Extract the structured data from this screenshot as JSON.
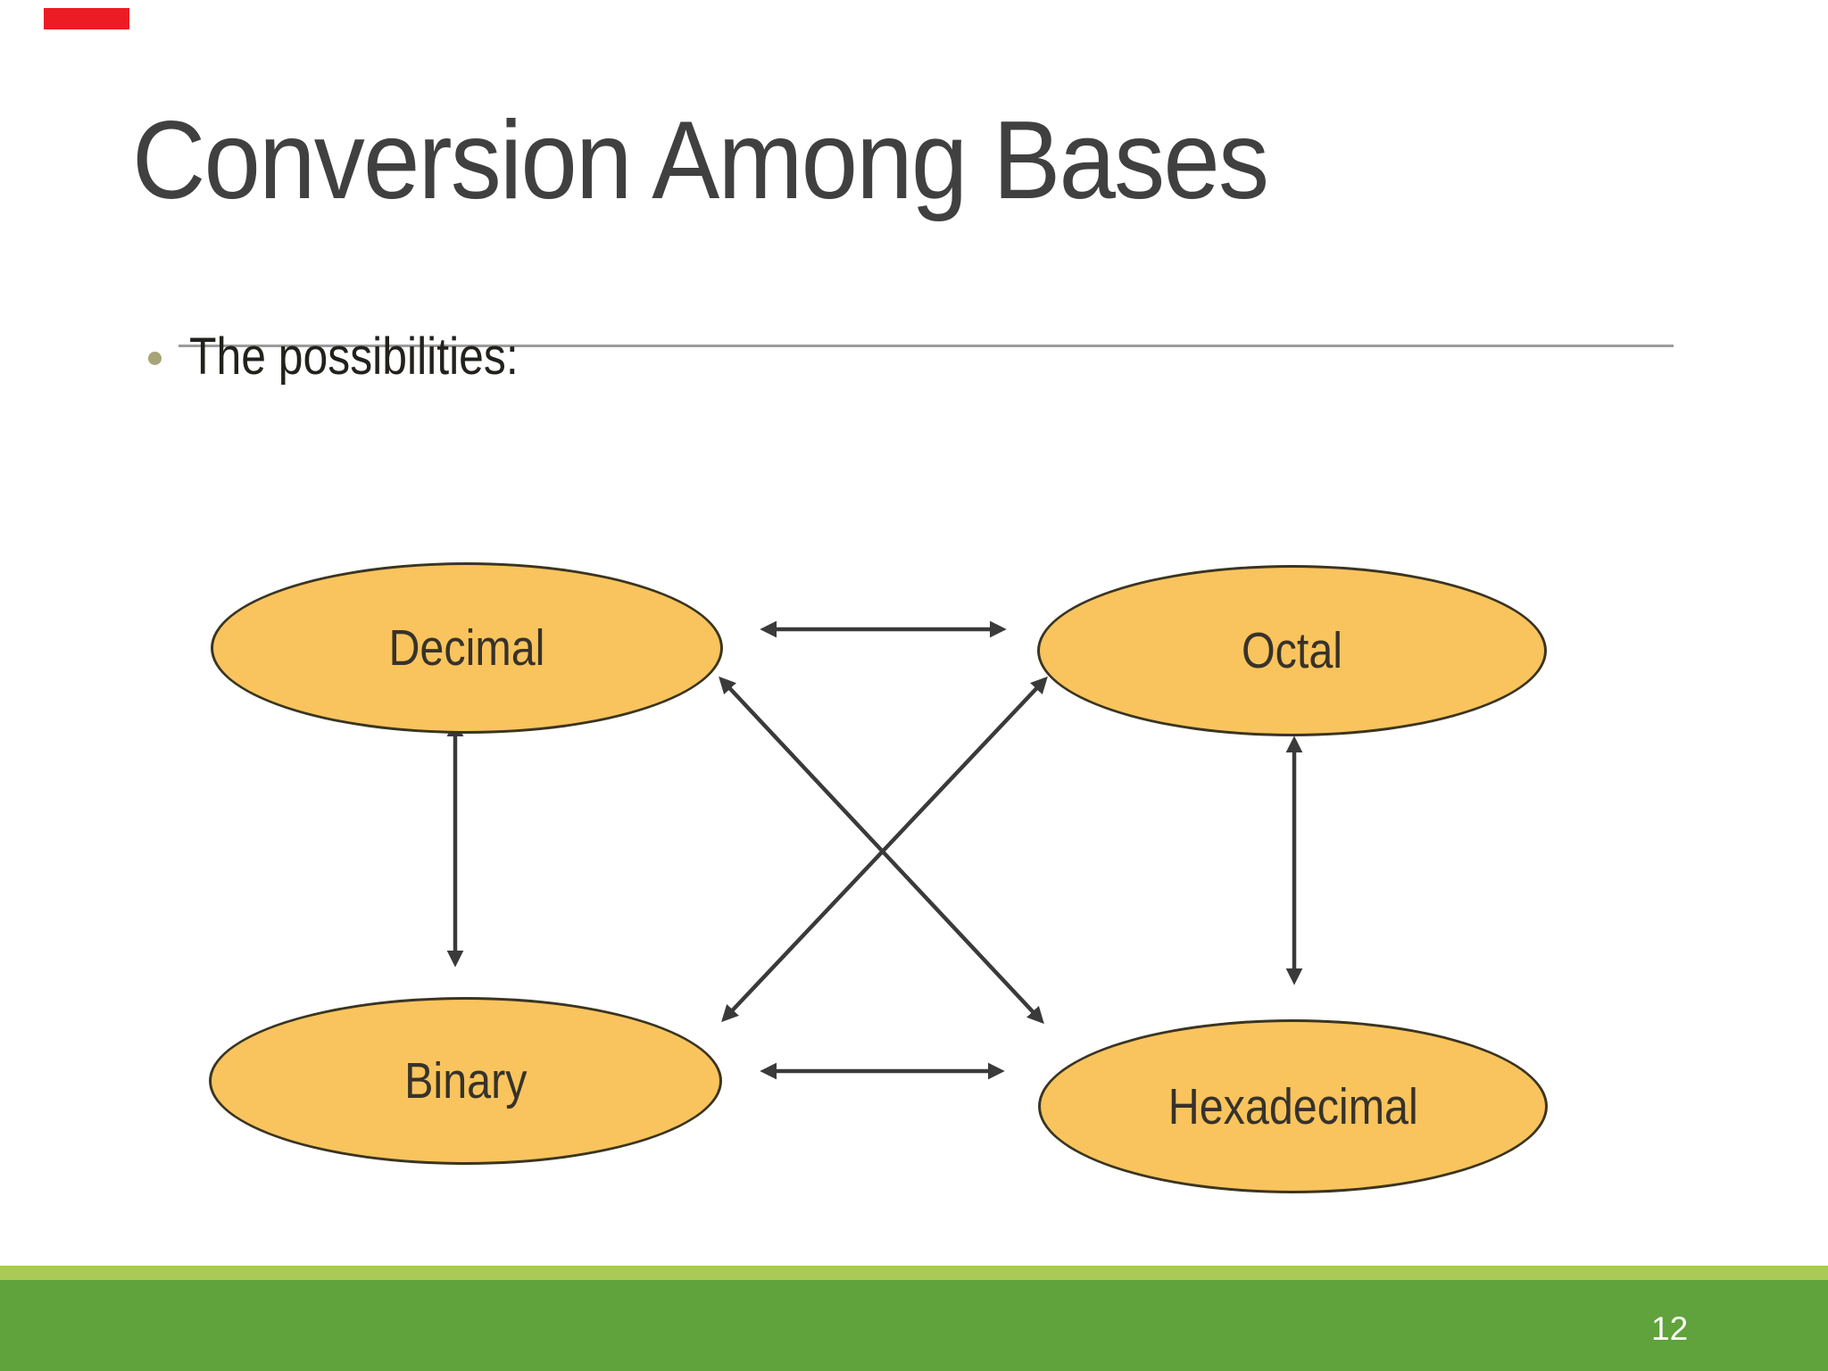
{
  "slide": {
    "title": "Conversion Among Bases",
    "bullet": "The possibilities:",
    "page_number": "12"
  },
  "diagram": {
    "nodes": [
      {
        "id": "decimal",
        "label": "Decimal"
      },
      {
        "id": "octal",
        "label": "Octal"
      },
      {
        "id": "binary",
        "label": "Binary"
      },
      {
        "id": "hexadecimal",
        "label": "Hexadecimal"
      }
    ],
    "edges": [
      {
        "from": "decimal",
        "to": "octal",
        "bidirectional": true
      },
      {
        "from": "binary",
        "to": "hexadecimal",
        "bidirectional": true
      },
      {
        "from": "decimal",
        "to": "binary",
        "bidirectional": true
      },
      {
        "from": "octal",
        "to": "hexadecimal",
        "bidirectional": true
      },
      {
        "from": "decimal",
        "to": "hexadecimal",
        "bidirectional": true
      },
      {
        "from": "octal",
        "to": "binary",
        "bidirectional": true
      }
    ]
  },
  "colors": {
    "node_fill": "#f9c45d",
    "node_border": "#3a3522",
    "arrow": "#3a3a3a",
    "title_text": "#404040",
    "body_text": "#22211c",
    "bullet_dot": "#a7a477",
    "divider_line": "#9c9c9c",
    "footer_light_green": "#a9ca55",
    "footer_dark_green": "#60a23b",
    "red_marker": "#ec1c24",
    "page_number_text": "#ffffff"
  }
}
